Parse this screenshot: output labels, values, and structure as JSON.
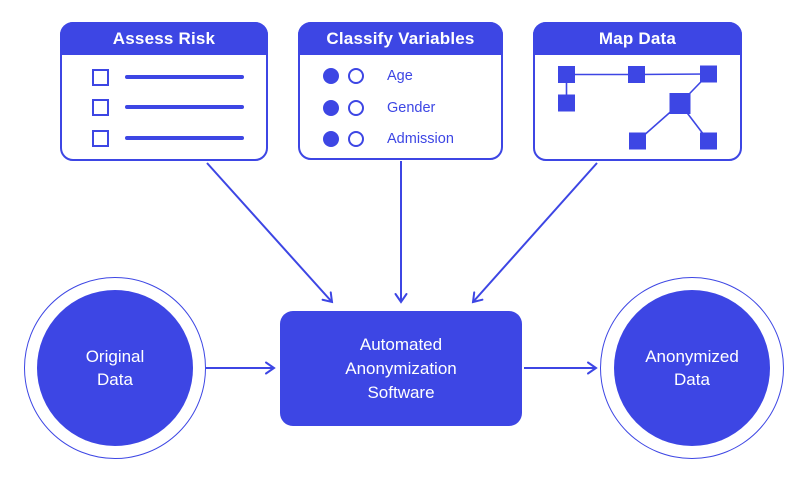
{
  "colors": {
    "primary": "#3d46e4",
    "background": "#ffffff",
    "text_on_primary": "#ffffff"
  },
  "cards": [
    {
      "title": "Assess Risk",
      "type": "checklist",
      "item_count": 3
    },
    {
      "title": "Classify Variables",
      "type": "radio-list",
      "options": [
        "Age",
        "Gender",
        "Admission"
      ]
    },
    {
      "title": "Map Data",
      "type": "node-graph",
      "node_count": 7
    }
  ],
  "flow": {
    "input": {
      "label": "Original Data",
      "lines": [
        "Original",
        "Data"
      ]
    },
    "process": {
      "label": "Automated Anonymization Software",
      "lines": [
        "Automated",
        "Anonymization",
        "Software"
      ]
    },
    "output": {
      "label": "Anonymized Data",
      "lines": [
        "Anonymized",
        "Data"
      ]
    }
  }
}
